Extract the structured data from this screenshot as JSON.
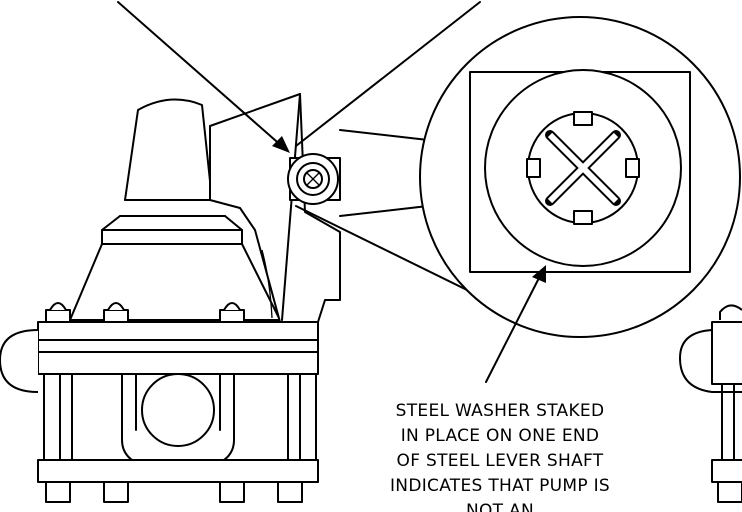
{
  "callout": {
    "lines": [
      "STEEL WASHER STAKED",
      "IN PLACE ON ONE END",
      "OF STEEL LEVER SHAFT",
      "INDICATES THAT PUMP IS",
      "NOT AN"
    ]
  }
}
